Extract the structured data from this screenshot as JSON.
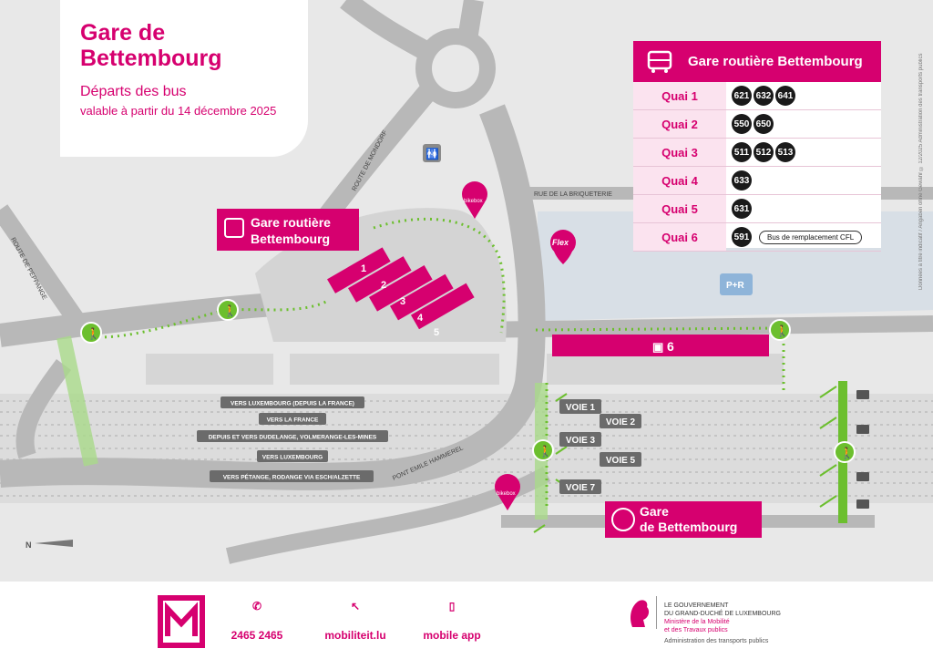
{
  "header": {
    "title_line1": "Gare de",
    "title_line2": "Bettembourg",
    "subtitle": "Départs des bus",
    "validity": "valable à partir du 14 décembre 2025"
  },
  "board": {
    "title": "Gare routière Bettembourg",
    "rows": [
      {
        "quai": "Quai 1",
        "lines": [
          "621",
          "632",
          "641"
        ]
      },
      {
        "quai": "Quai 2",
        "lines": [
          "550",
          "650"
        ]
      },
      {
        "quai": "Quai 3",
        "lines": [
          "511",
          "512",
          "513"
        ]
      },
      {
        "quai": "Quai 4",
        "lines": [
          "633"
        ]
      },
      {
        "quai": "Quai 5",
        "lines": [
          "631"
        ]
      },
      {
        "quai": "Quai 6",
        "lines": [
          "591"
        ],
        "note": "Bus de remplacement CFL"
      }
    ]
  },
  "map": {
    "bus_station_label_1": "Gare routière",
    "bus_station_label_2": "Bettembourg",
    "station_label_1": "Gare",
    "station_label_2": "de Bettembourg",
    "bays": [
      "1",
      "2",
      "3",
      "4",
      "5"
    ],
    "bay6": "6",
    "pr": "P+R",
    "flex": "Flex",
    "bikebox": "bikebox",
    "north": "N",
    "streets": {
      "mondorf": "ROUTE DE MONDORF",
      "peppange": "ROUTE DE PEPPANGE",
      "briqueterie": "RUE DE LA BRIQUETERIE",
      "hammerel": "PONT EMILE HAMMEREL"
    },
    "directions": [
      "VERS LUXEMBOURG (DEPUIS LA FRANCE)",
      "VERS LA FRANCE",
      "DEPUIS ET VERS DUDELANGE, VOLMERANGE-LES-MINES",
      "VERS LUXEMBOURG",
      "VERS PÉTANGE, RODANGE VIA ESCH/ALZETTE"
    ],
    "tracks": [
      "VOIE 1",
      "VOIE 2",
      "VOIE 3",
      "VOIE 5",
      "VOIE 7"
    ]
  },
  "footer": {
    "phone": "2465 2465",
    "web": "mobiliteit.lu",
    "app": "mobile app",
    "gov_line1": "LE GOUVERNEMENT",
    "gov_line2": "DU GRAND-DUCHÉ DE LUXEMBOURG",
    "gov_line3": "Ministère de la Mobilité",
    "gov_line4": "et des Travaux publics",
    "admin": "Administration des transports publics"
  },
  "side_note": "Données à titre indicatif / Angaben ohne Gewähr © 12/2025 Administration des transports publics",
  "colors": {
    "accent": "#d6006f",
    "green": "#6cbf2e",
    "road": "#b3b3b3",
    "rail": "#d2d2d2"
  }
}
